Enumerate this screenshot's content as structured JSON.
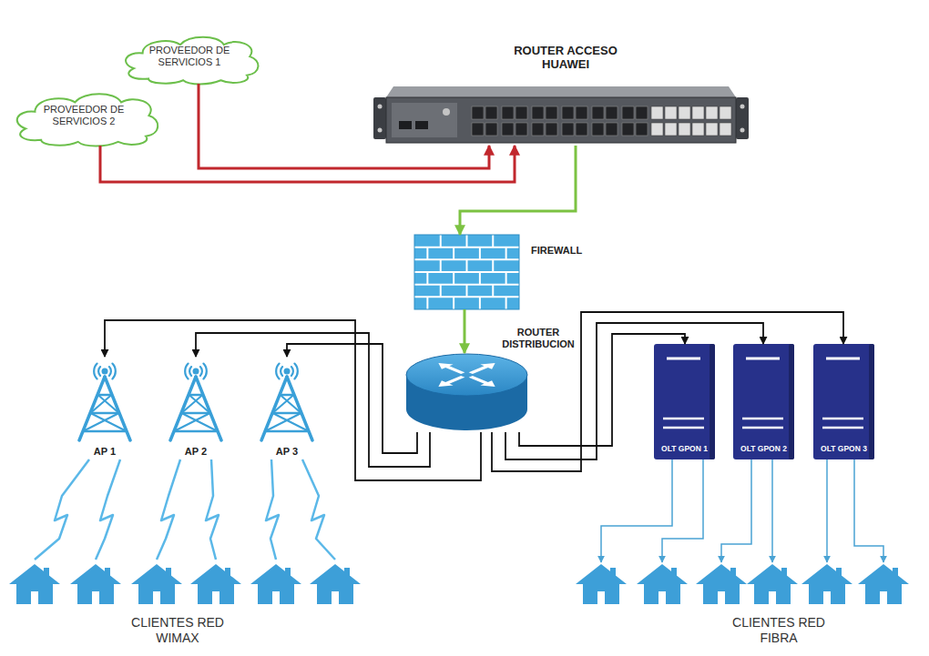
{
  "diagram": {
    "nodes": [
      {
        "text": [
          "PROVEEDOR DE SERVICIOS 1"
        ]
      },
      {
        "text": [
          "PROVEEDOR DE SERVICIOS 2"
        ]
      },
      {
        "text": [
          "ROUTER ACCESO HUAWEI"
        ]
      },
      {
        "text": [
          "FIREWALL"
        ]
      },
      {
        "text": [
          "ROUTER DISTRIBUCION"
        ]
      },
      {
        "text": [
          "AP 1"
        ]
      },
      {
        "text": [
          "AP 2"
        ]
      },
      {
        "text": [
          "AP 3"
        ]
      },
      {
        "text": [
          "OLT GPON 1"
        ]
      },
      {
        "text": [
          "OLT GPON 2"
        ]
      },
      {
        "text": [
          "OLT GPON 3"
        ]
      }
    ],
    "edges": [
      {
        "from": 0,
        "to": 2,
        "arrow": "to"
      },
      {
        "from": 1,
        "to": 2,
        "arrow": "to"
      },
      {
        "from": 2,
        "to": 3,
        "arrow": "to"
      },
      {
        "from": 3,
        "to": 4,
        "arrow": "to"
      },
      {
        "from": 4,
        "to": 5,
        "arrow": "to"
      },
      {
        "from": 4,
        "to": 6,
        "arrow": "to"
      },
      {
        "from": 4,
        "to": 7,
        "arrow": "to"
      },
      {
        "from": 4,
        "to": 8,
        "arrow": "to"
      },
      {
        "from": 4,
        "to": 9,
        "arrow": "to"
      },
      {
        "from": 4,
        "to": 10,
        "arrow": "to"
      }
    ],
    "labels": [
      "CLIENTES RED WIMAX",
      "CLIENTES RED FIBRA"
    ]
  }
}
